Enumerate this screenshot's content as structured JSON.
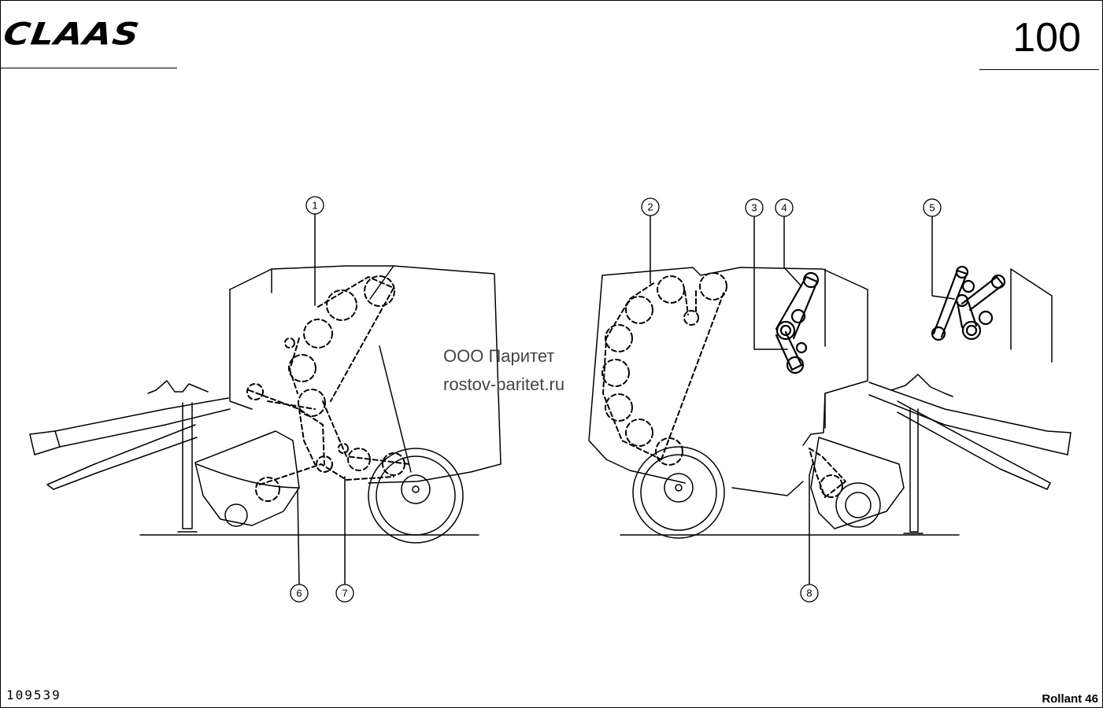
{
  "header": {
    "logo_text": "CLAAS",
    "page_number": "100"
  },
  "footer": {
    "drawing_number": "109539",
    "model_name": "Rollant 46"
  },
  "watermark": {
    "line1": "ООО Паритет",
    "line2": "rostov-paritet.ru"
  },
  "callouts": [
    "1",
    "2",
    "3",
    "4",
    "5",
    "6",
    "7",
    "8"
  ]
}
